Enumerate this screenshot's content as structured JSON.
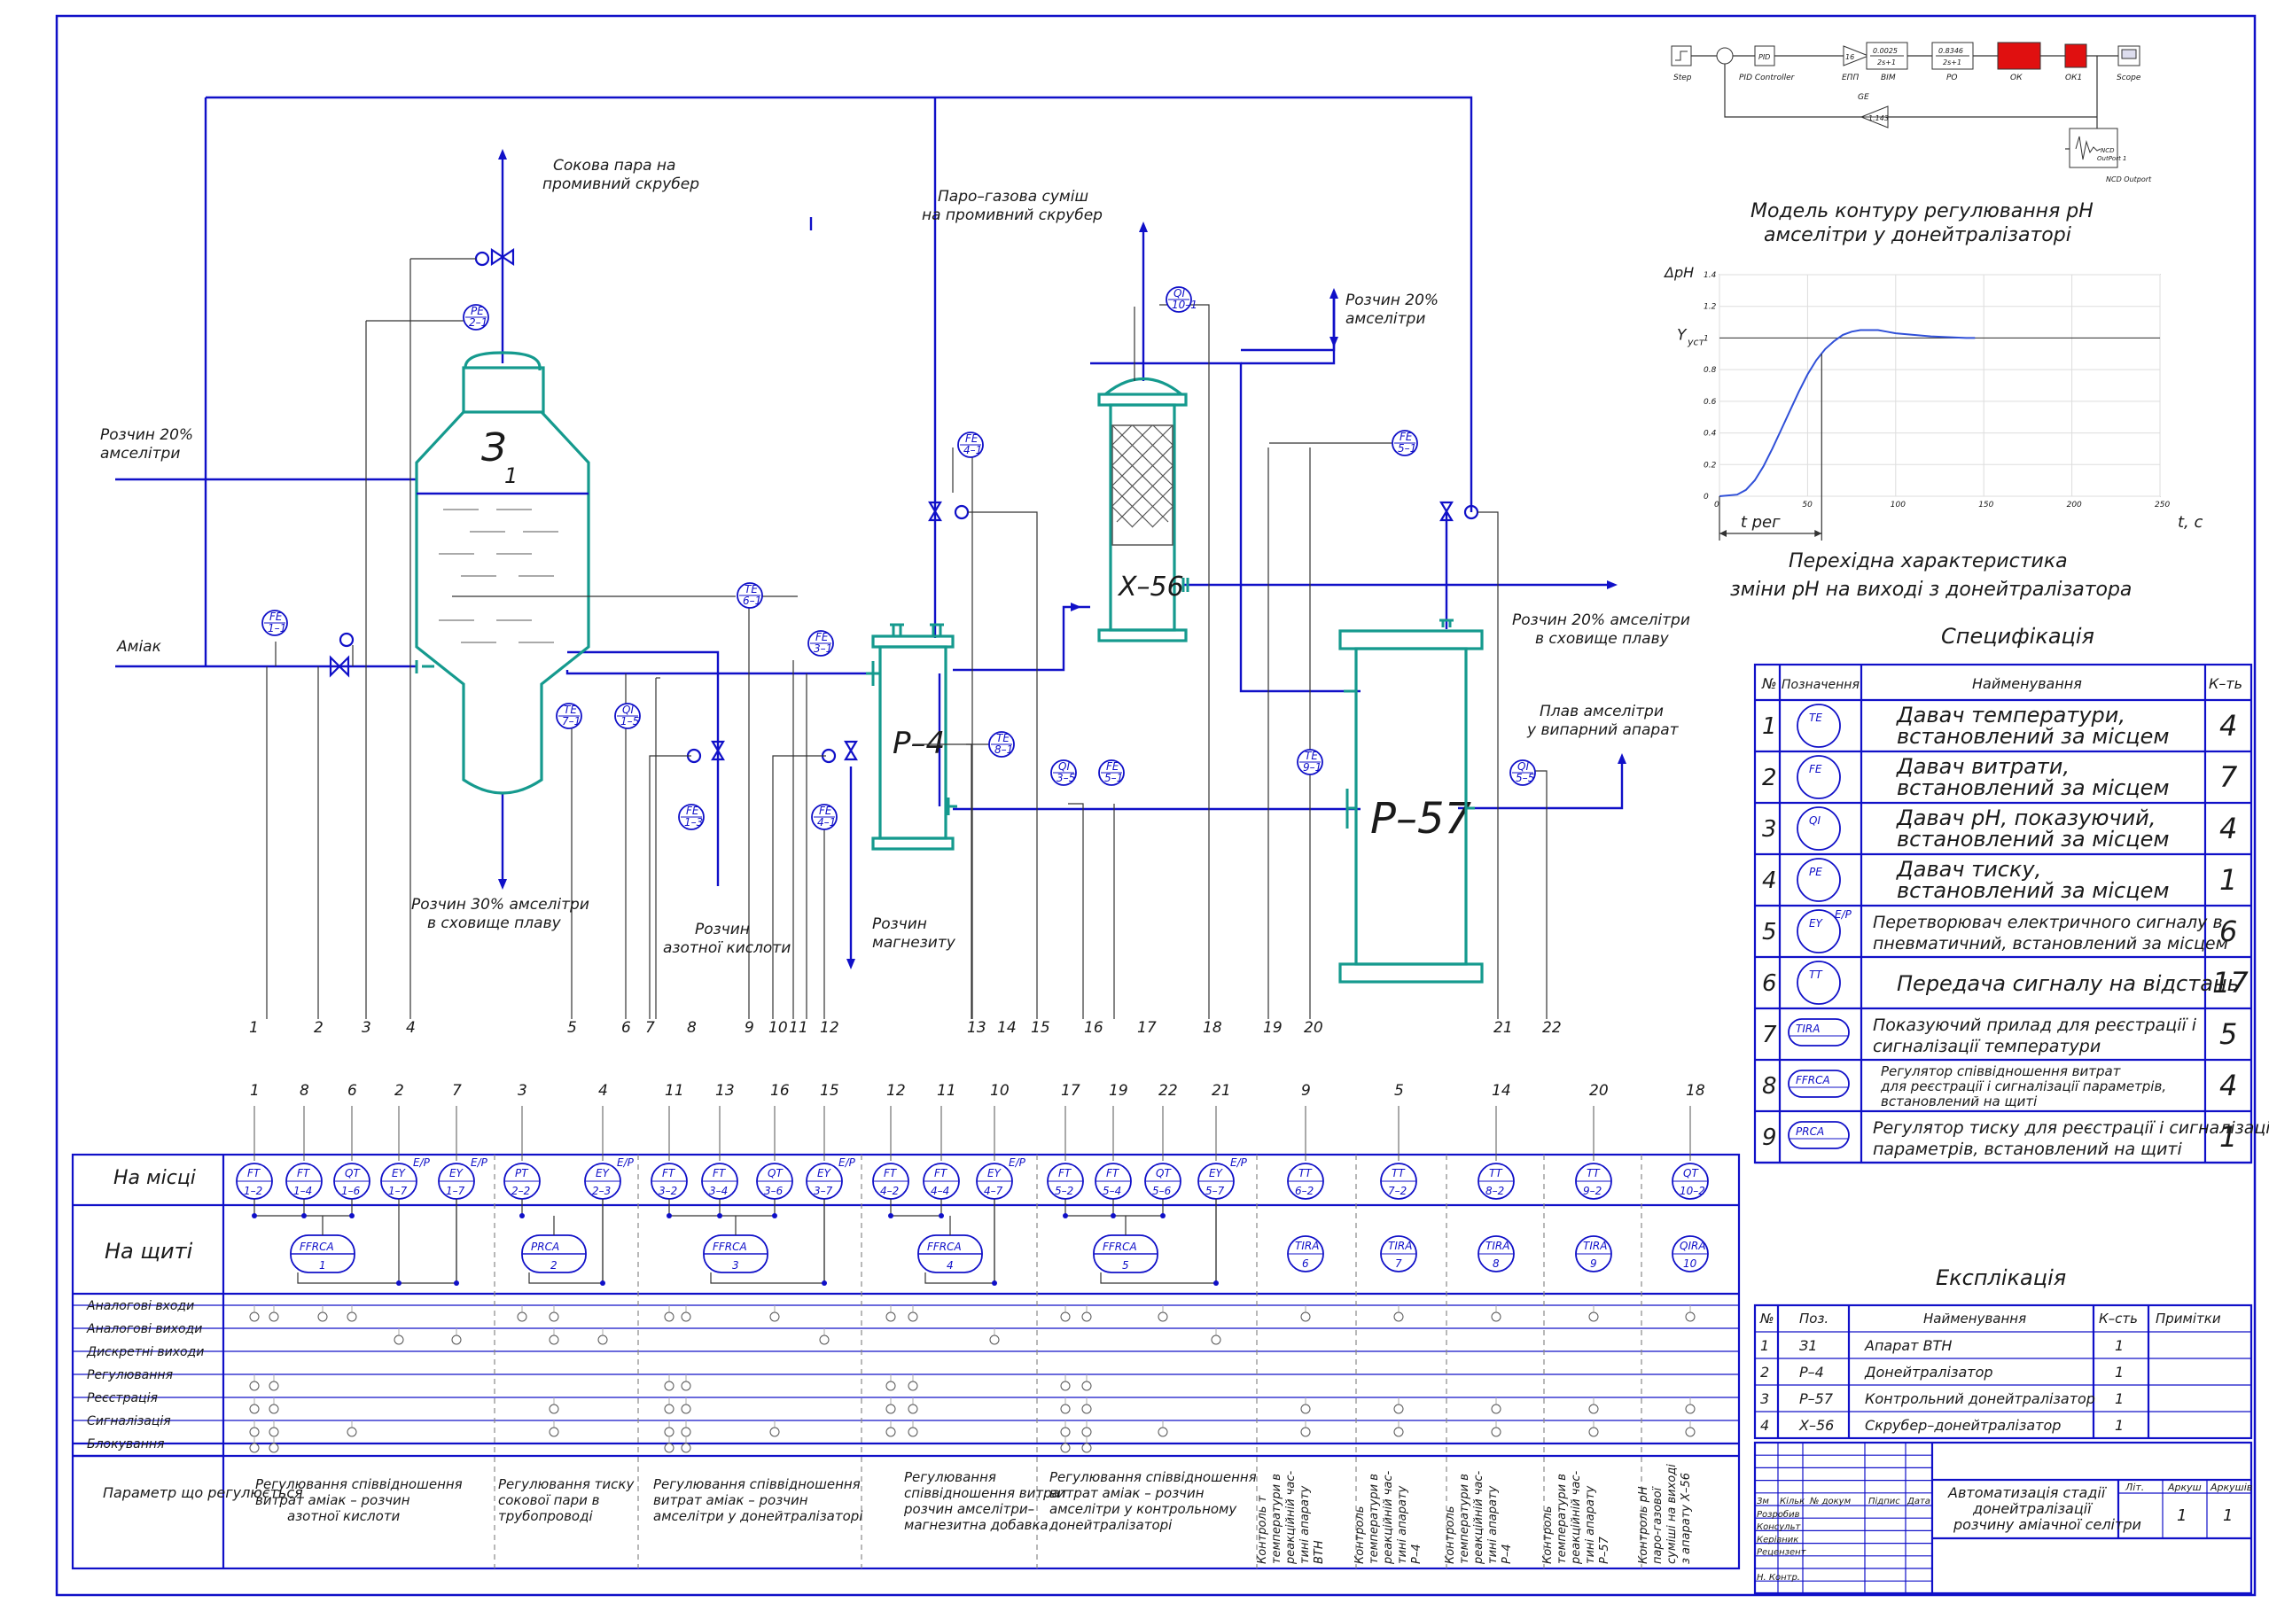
{
  "apparatus": {
    "z1": {
      "main": "З",
      "sub": "1"
    },
    "p4": "Р–4",
    "x56": "Х–56",
    "p57": "Р–57"
  },
  "stream_labels": {
    "juice_steam": [
      "Сокова пара на",
      "промивний скрубер"
    ],
    "steam_gas": [
      "Паро–газова суміш",
      "на промивний скрубер"
    ],
    "sol20_top": [
      "Розчин 20%",
      "амселітри"
    ],
    "sol20_left": [
      "Розчин 20%",
      "амселітри"
    ],
    "ammonia": [
      "Аміак"
    ],
    "sol30": [
      "Розчин 30% амселітри",
      "в сховище плаву"
    ],
    "nitric": [
      "Розчин",
      "азотної кислоти"
    ],
    "magnesite": [
      "Розчин",
      "магнезиту"
    ],
    "sol20_store": [
      "Розчин 20% амселітри",
      "в сховище плаву"
    ],
    "melt": [
      "Плав амселітри",
      "у випарний апарат"
    ]
  },
  "field_instruments": [
    {
      "a": "PE",
      "b": "2–1"
    },
    {
      "a": "QI",
      "b": "10–1"
    },
    {
      "a": "FE",
      "b": "4–1"
    },
    {
      "a": "FE",
      "b": "5–1"
    },
    {
      "a": "TE",
      "b": "6–1"
    },
    {
      "a": "FE",
      "b": "1–1"
    },
    {
      "a": "FE",
      "b": "3–1"
    },
    {
      "a": "TE",
      "b": "7–1"
    },
    {
      "a": "QI",
      "b": "1–5"
    },
    {
      "a": "TE",
      "b": "8–1"
    },
    {
      "a": "TE",
      "b": "9–1"
    },
    {
      "a": "FE",
      "b": "1–3"
    },
    {
      "a": "FE",
      "b": "4–1"
    },
    {
      "a": "QI",
      "b": "3–5"
    },
    {
      "a": "FE",
      "b": "5–1"
    },
    {
      "a": "QI",
      "b": "5–5"
    }
  ],
  "line_numbers": [
    "1",
    "2",
    "3",
    "4",
    "5",
    "6",
    "7",
    "8",
    "9",
    "10",
    "11",
    "12",
    "13",
    "14",
    "15",
    "16",
    "17",
    "18",
    "19",
    "20",
    "21",
    "22"
  ],
  "model": {
    "title": [
      "Модель контуру регулювання рН",
      "амселітри у донейтралізаторі"
    ],
    "blocks": {
      "step": "Step",
      "pid": "PID Controller",
      "pid_in": "PID",
      "epp": "ЕПП",
      "epp_val": "16",
      "vim": "ВІМ",
      "vim_val": [
        "0.0025",
        "2s+1"
      ],
      "ro": "РО",
      "ro_val": [
        "0.8346",
        "2s+1"
      ],
      "ok": "ОК",
      "ok1": "ОК1",
      "scope": "Scope",
      "gain": "1.143",
      "ge": "GE",
      "nco": [
        "NCD",
        "OutPort 1"
      ],
      "nco_label": "NCD Outport"
    }
  },
  "chart_data": {
    "type": "line",
    "title": [
      "Перехідна характеристика",
      "зміни рН на виході з донейтралізатора"
    ],
    "ylabel": "ΔpH",
    "xlabel": "t, с",
    "xlim": [
      0,
      250
    ],
    "ylim": [
      0,
      1.4
    ],
    "xticks": [
      0,
      50,
      100,
      150,
      200,
      250
    ],
    "yticks": [
      0,
      0.2,
      0.4,
      0.6,
      0.8,
      1,
      1.2,
      1.4
    ],
    "yust_label": "Y",
    "yust_sub": "уст",
    "treg_label": "t рег",
    "series": [
      {
        "x": [
          0,
          10,
          15,
          20,
          25,
          30,
          35,
          40,
          45,
          50,
          55,
          60,
          65,
          70,
          75,
          80,
          85,
          90,
          95,
          100,
          110,
          120,
          130,
          140,
          145
        ],
        "y": [
          0,
          0.01,
          0.04,
          0.1,
          0.19,
          0.3,
          0.42,
          0.54,
          0.66,
          0.77,
          0.86,
          0.93,
          0.98,
          1.02,
          1.04,
          1.05,
          1.05,
          1.05,
          1.04,
          1.03,
          1.02,
          1.01,
          1.005,
          1.0,
          1.0
        ]
      }
    ]
  },
  "spec": {
    "title": "Специфікація",
    "headers": [
      "№",
      "Позначення",
      "Найменування",
      "К–ть"
    ],
    "rows": [
      {
        "n": "1",
        "sym": "TE",
        "name": [
          "Давач температури,",
          "встановлений за місцем"
        ],
        "q": "4"
      },
      {
        "n": "2",
        "sym": "FE",
        "name": [
          "Давач витрати,",
          "встановлений за місцем"
        ],
        "q": "7"
      },
      {
        "n": "3",
        "sym": "QI",
        "name": [
          "Давач рН, показуючий,",
          "встановлений за місцем"
        ],
        "q": "4"
      },
      {
        "n": "4",
        "sym": "PE",
        "name": [
          "Давач тиску,",
          "встановлений за місцем"
        ],
        "q": "1"
      },
      {
        "n": "5",
        "sym": "EY",
        "sup": "E/P",
        "name": [
          "Перетворювач електричного сигналу в",
          "пневматичний, встановлений за місцем"
        ],
        "q": "6"
      },
      {
        "n": "6",
        "sym": "TT",
        "name": [
          "Передача сигналу на відстань"
        ],
        "q": "17"
      },
      {
        "n": "7",
        "sym": "TIRA",
        "name": [
          "Показуючий прилад для реєстрації і",
          "сигналізації температури"
        ],
        "q": "5"
      },
      {
        "n": "8",
        "sym": "FFRCA",
        "name": [
          "Регулятор співвідношення витрат",
          "для реєстрації і сигналізації параметрів,",
          "встановлений на щиті"
        ],
        "q": "4"
      },
      {
        "n": "9",
        "sym": "PRCA",
        "name": [
          "Регулятор тиску для реєстрації і сигналізації",
          "параметрів, встановлений на щиті"
        ],
        "q": "1"
      }
    ]
  },
  "explic": {
    "title": "Експлікація",
    "headers": [
      "№",
      "Поз.",
      "Найменування",
      "К–сть",
      "Примітки"
    ],
    "rows": [
      {
        "n": "1",
        "pos": "З1",
        "name": "Апарат ВТН",
        "q": "1"
      },
      {
        "n": "2",
        "pos": "Р–4",
        "name": "Донейтралізатор",
        "q": "1"
      },
      {
        "n": "3",
        "pos": "Р–57",
        "name": "Контрольний донейтралізатор",
        "q": "1"
      },
      {
        "n": "4",
        "pos": "Х–56",
        "name": "Скрубер–донейтралізатор",
        "q": "1"
      }
    ]
  },
  "stamp": {
    "cols": [
      "Зм",
      "Кільк",
      "№ докум",
      "Підпис",
      "Дата"
    ],
    "roles": [
      "Розробив",
      "Консульт",
      "Керівник",
      "Рецензент",
      "",
      "Н. Контр."
    ],
    "title": [
      "Автоматизація стадії",
      "донейтралізації",
      "розчину аміачної селітри"
    ],
    "lit": "Літ.",
    "sheet": "Аркуш",
    "sheets": "Аркушів",
    "sheet_v": "1",
    "sheets_v": "1"
  },
  "panel": {
    "top_numbers": [
      "1",
      "8",
      "6",
      "2",
      "7",
      "3",
      "4",
      "11",
      "13",
      "16",
      "15",
      "12",
      "11",
      "10",
      "17",
      "19",
      "22",
      "21",
      "9",
      "5",
      "14",
      "20",
      "18"
    ],
    "row_labels": [
      "На місці",
      "На щиті",
      "Аналогові входи",
      "Аналогові виходи",
      "Дискретні виходи",
      "Регулювання",
      "Реєстрація",
      "Сигналізація",
      "Блокування",
      "Параметр що регулюється"
    ],
    "local": [
      {
        "a": "FT",
        "b": "1–2"
      },
      {
        "a": "FT",
        "b": "1–4"
      },
      {
        "a": "QT",
        "b": "1–6"
      },
      {
        "a": "EY",
        "b": "1–7",
        "s": "E/P"
      },
      {
        "a": "EY",
        "b": "1–7",
        "s": "E/P"
      },
      {
        "a": "PT",
        "b": "2–2"
      },
      {
        "a": "EY",
        "b": "2–3",
        "s": "E/P"
      },
      {
        "a": "FT",
        "b": "3–2"
      },
      {
        "a": "FT",
        "b": "3–4"
      },
      {
        "a": "QT",
        "b": "3–6"
      },
      {
        "a": "EY",
        "b": "3–7",
        "s": "E/P"
      },
      {
        "a": "FT",
        "b": "4–2"
      },
      {
        "a": "FT",
        "b": "4–4"
      },
      {
        "a": "EY",
        "b": "4–7",
        "s": "E/P"
      },
      {
        "a": "FT",
        "b": "5–2"
      },
      {
        "a": "FT",
        "b": "5–4"
      },
      {
        "a": "QT",
        "b": "5–6"
      },
      {
        "a": "EY",
        "b": "5–7",
        "s": "E/P"
      },
      {
        "a": "TT",
        "b": "6–2"
      },
      {
        "a": "TT",
        "b": "7–2"
      },
      {
        "a": "TT",
        "b": "8–2"
      },
      {
        "a": "TT",
        "b": "9–2"
      },
      {
        "a": "QT",
        "b": "10–2"
      }
    ],
    "board": [
      {
        "a": "FFRCA",
        "b": "1"
      },
      {
        "a": "PRCA",
        "b": "2"
      },
      {
        "a": "FFRCA",
        "b": "3"
      },
      {
        "a": "FFRCA",
        "b": "4"
      },
      {
        "a": "FFRCA",
        "b": "5"
      },
      {
        "a": "TIRA",
        "b": "6"
      },
      {
        "a": "TIRA",
        "b": "7"
      },
      {
        "a": "TIRA",
        "b": "8"
      },
      {
        "a": "TIRA",
        "b": "9"
      },
      {
        "a": "QIRA",
        "b": "10"
      }
    ],
    "params": [
      [
        "Регулювання співвідношення",
        "витрат аміак – розчин",
        "азотної кислоти"
      ],
      [
        "Регулювання тиску",
        "сокової пари в",
        "трубопроводі"
      ],
      [
        "Регулювання співвідношення",
        "витрат аміак – розчин",
        "амселітри у донейтралізаторі"
      ],
      [
        "Регулювання",
        "співвідношення витрат",
        "розчин амселітри–",
        "магнезитна добавка"
      ],
      [
        "Регулювання співвідношення",
        "витрат аміак – розчин",
        "амселітри у контрольному",
        "донейтралізаторі"
      ]
    ],
    "vparams": [
      [
        "Контроль т",
        "температури в",
        "реакційній час-",
        "тині апарату",
        "ВТН"
      ],
      [
        "Контроль",
        "температури в",
        "реакційній час-",
        "тині апарату",
        "Р–4"
      ],
      [
        "Контроль",
        "температури в",
        "реакційній час-",
        "тині апарату",
        "Р–4"
      ],
      [
        "Контроль",
        "температури в",
        "реакційній час-",
        "тині апарату",
        "Р–57"
      ],
      [
        "Контроль рН",
        "паро-газової",
        "суміші на виході",
        "з апарату Х–56"
      ]
    ]
  }
}
